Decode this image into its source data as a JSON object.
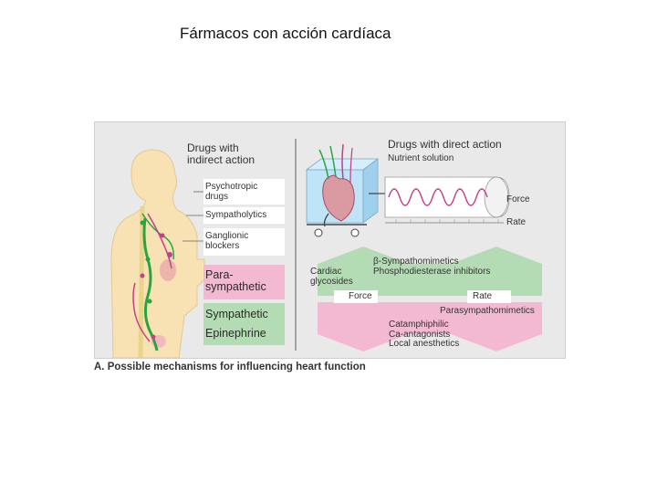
{
  "slide": {
    "title": "Fármacos con acción cardíaca"
  },
  "figure": {
    "indirect": {
      "heading_line1": "Drugs with",
      "heading_line2": "indirect action",
      "items": [
        [
          "Psychotropic",
          "drugs"
        ],
        [
          "Sympatholytics"
        ],
        [
          "Ganglionic",
          "blockers"
        ]
      ],
      "parasympathetic_line1": "Para-",
      "parasympathetic_line2": "sympathetic",
      "sympathetic": "Sympathetic",
      "epinephrine": "Epinephrine"
    },
    "direct": {
      "heading": "Drugs with direct action",
      "nutrient_solution": "Nutrient solution",
      "force": "Force",
      "rate": "Rate"
    },
    "effects": {
      "beta_symbol": "β",
      "positive_line1": "-Sympathomimetics",
      "positive_line2": "Phosphodiesterase inhibitors",
      "cardiac_line1": "Cardiac",
      "cardiac_line2": "glycosides",
      "force_label": "Force",
      "rate_label": "Rate",
      "parasympathomimetics": "Parasympathomimetics",
      "negative": [
        "Catamphiphilic",
        "Ca-antagonists",
        "Local anesthetics"
      ]
    },
    "caption": "A. Possible mechanisms for influencing heart function"
  },
  "colors": {
    "figure_bg": "#e9e9e9",
    "pink": "#f3b9d2",
    "green": "#b4dcb4",
    "skin": "#f8e2b3",
    "nerve_green": "#27a640",
    "nerve_pink": "#c43e8c",
    "heart": "#d99aa2",
    "tank": "#bfe3f7"
  }
}
